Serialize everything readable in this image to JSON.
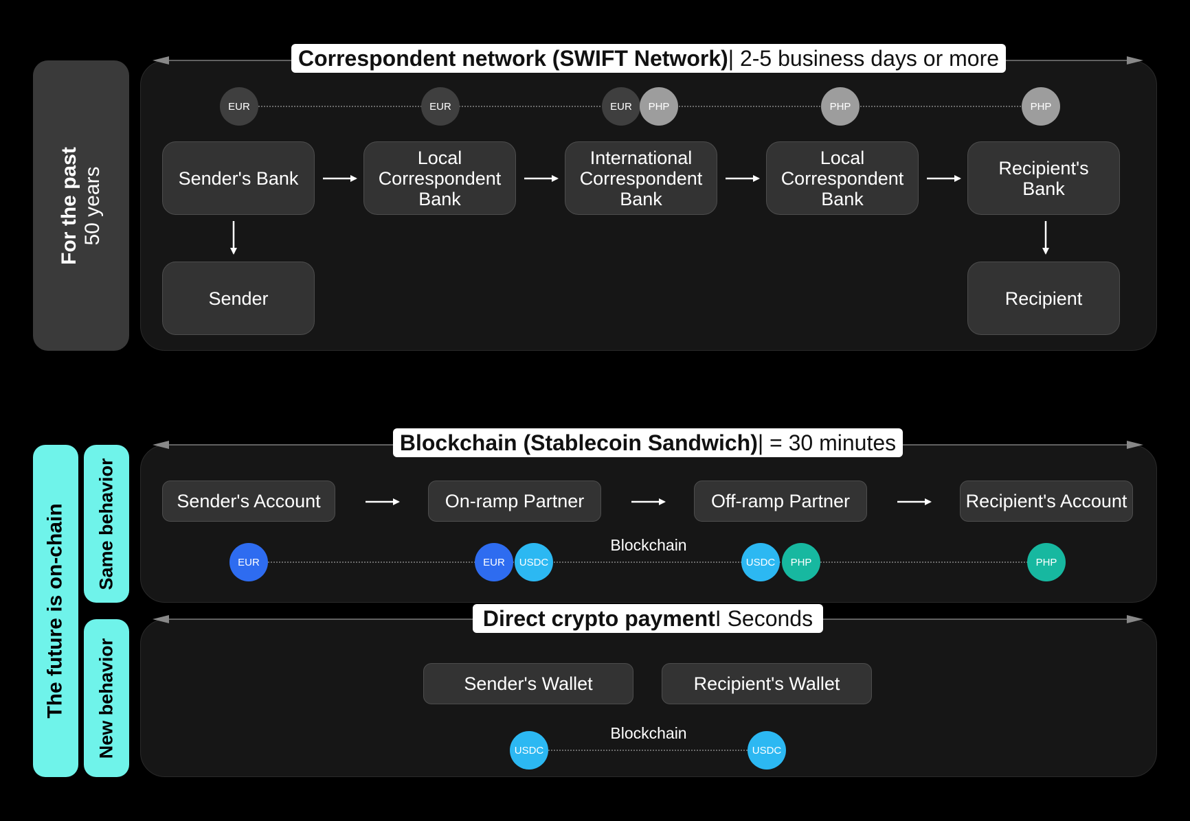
{
  "sections": {
    "past": {
      "sidebar_label_line1": "For the past",
      "sidebar_label_line2": "50 years",
      "title_bold": "Correspondent network (SWIFT Network)",
      "title_rest": " | 2-5 business days or more",
      "currency_row": [
        {
          "labels": [
            "EUR"
          ]
        },
        {
          "labels": [
            "EUR"
          ]
        },
        {
          "labels": [
            "EUR",
            "PHP"
          ]
        },
        {
          "labels": [
            "PHP"
          ]
        },
        {
          "labels": [
            "PHP"
          ]
        }
      ],
      "banks": [
        "Sender's Bank",
        "Local Correspondent Bank",
        "International Correspondent Bank",
        "Local Correspondent Bank",
        "Recipient's Bank"
      ],
      "sender": "Sender",
      "recipient": "Recipient"
    },
    "future": {
      "sidebar_label": "The future is on-chain",
      "same_behavior_label": "Same behavior",
      "new_behavior_label": "New behavior",
      "stablecoin": {
        "title_bold": "Blockchain (Stablecoin Sandwich)",
        "title_rest": " | = 30 minutes",
        "nodes": [
          "Sender's Account",
          "On-ramp Partner",
          "Off-ramp Partner",
          "Recipient's Account"
        ],
        "chain_label": "Blockchain",
        "coins": [
          "EUR",
          "EUR",
          "USDC",
          "USDC",
          "PHP",
          "PHP"
        ]
      },
      "direct": {
        "title_bold": "Direct crypto payment",
        "title_rest": " I Seconds",
        "nodes": [
          "Sender's Wallet",
          "Recipient's Wallet"
        ],
        "chain_label": "Blockchain",
        "coins": [
          "USDC",
          "USDC"
        ]
      }
    }
  },
  "colors": {
    "accent_cyan": "#6ff3ea",
    "eur_blue": "#2e6cf0",
    "usdc_blue": "#2cb8f2",
    "php_teal": "#17b8a0"
  }
}
